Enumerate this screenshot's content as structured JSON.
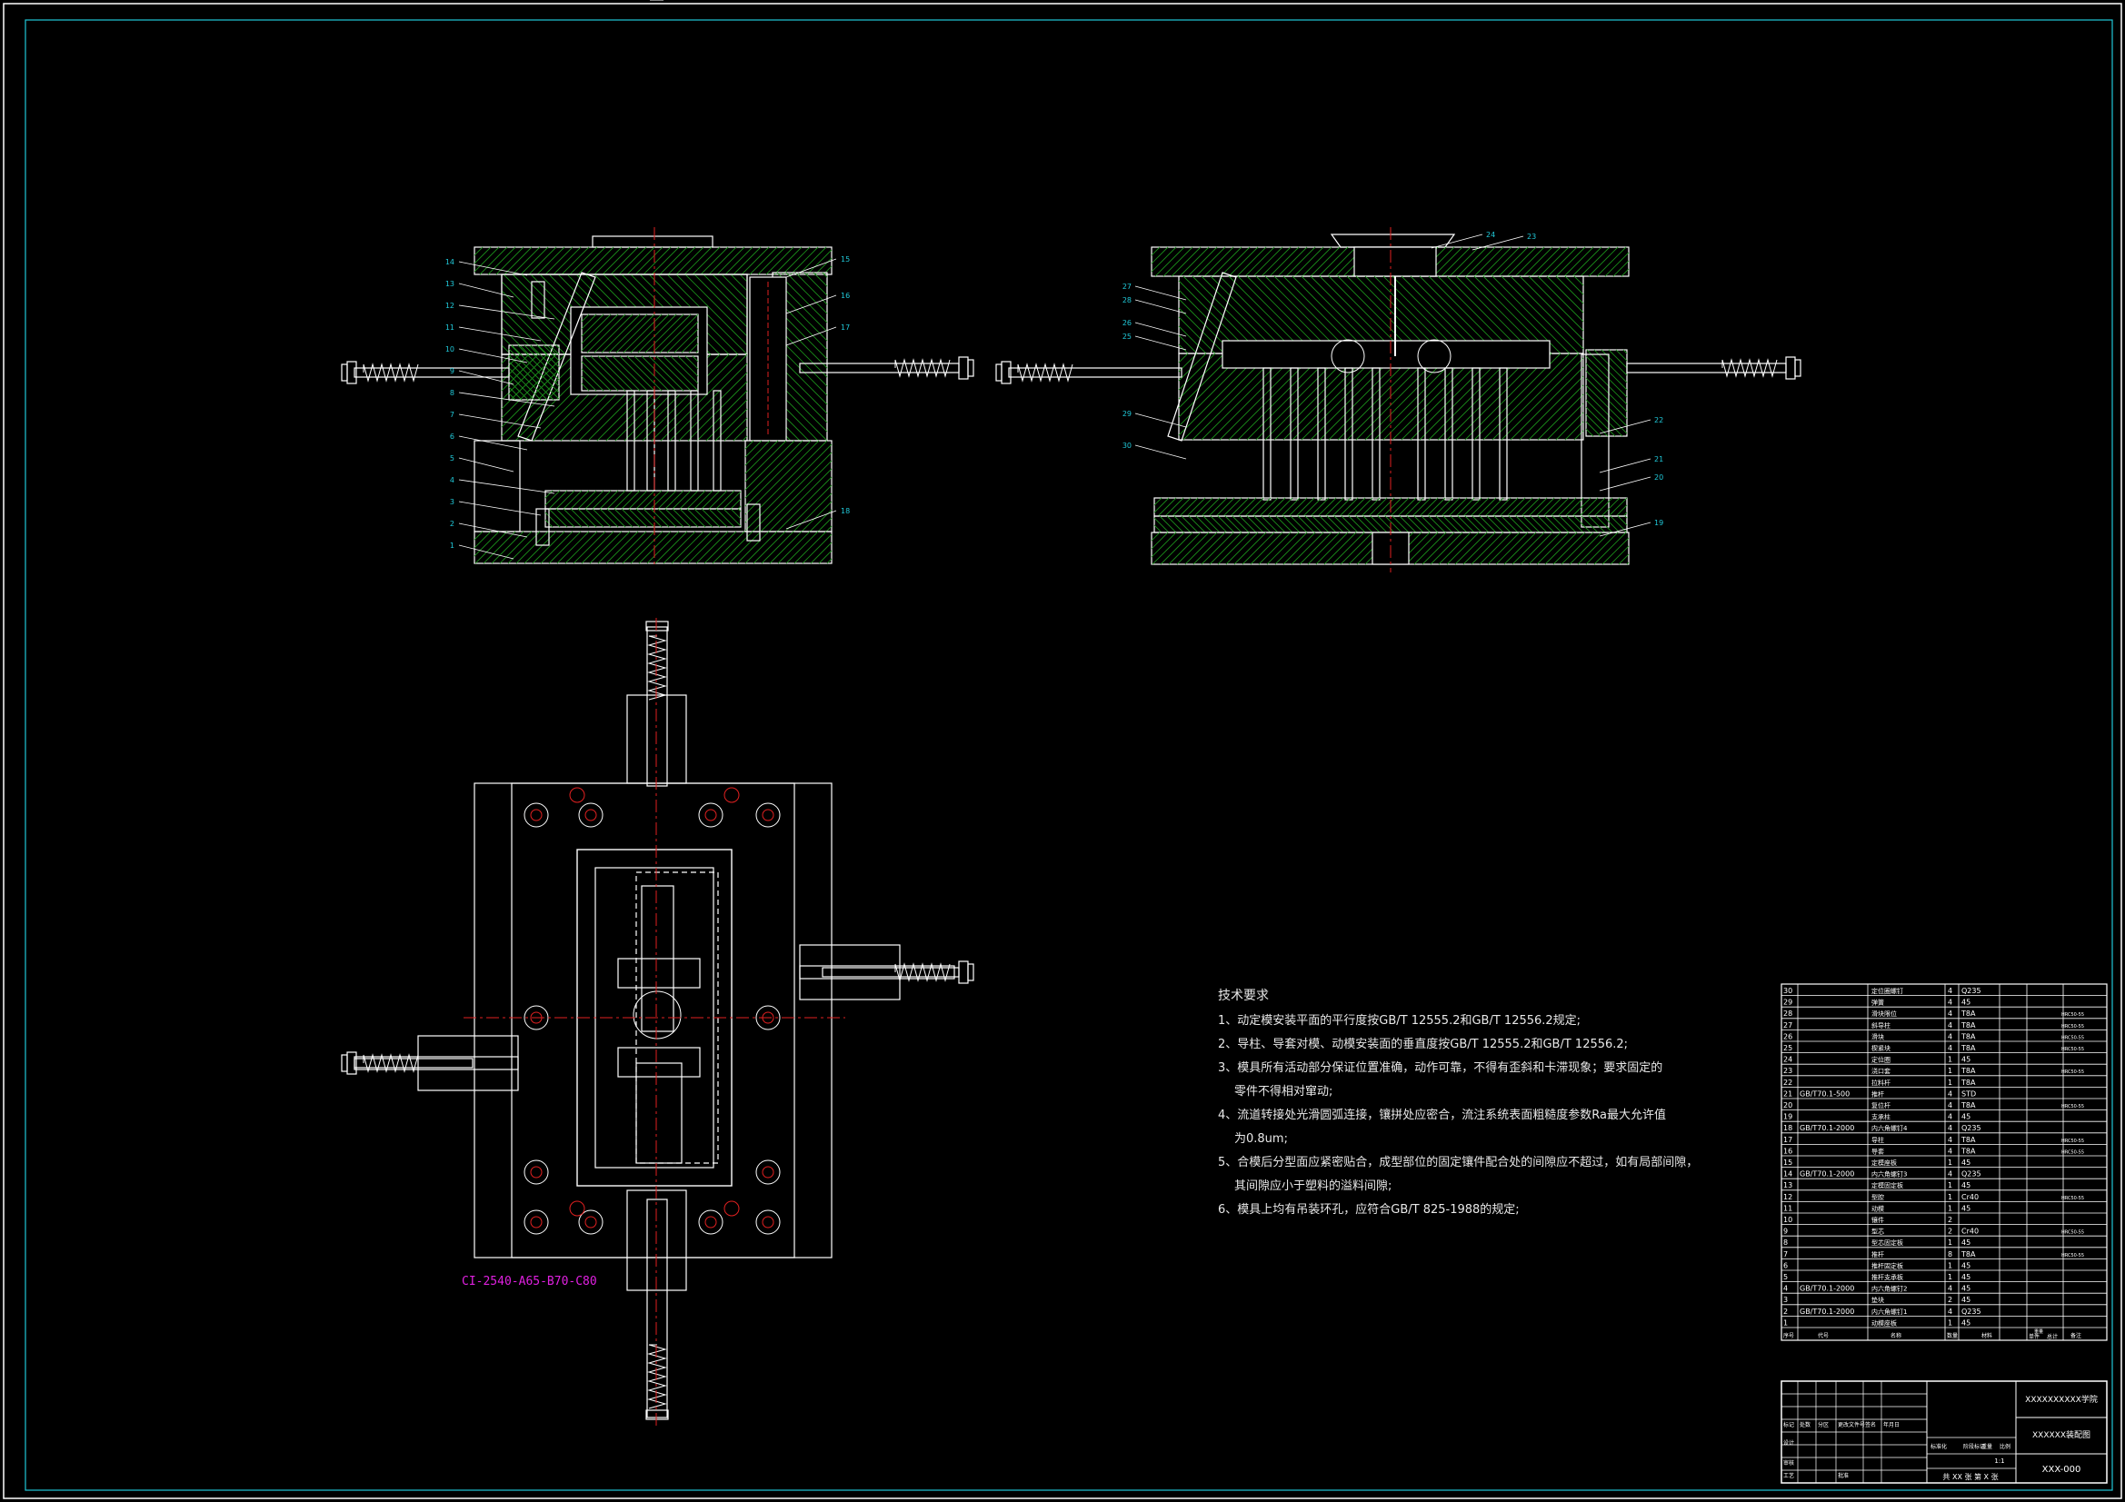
{
  "drawing": {
    "background": "#000000",
    "line_color": "#ffffff",
    "hatch_color": "#1a8a1a",
    "accent_red": "#e02020",
    "accent_cyan": "#20c8d8",
    "accent_magenta": "#e020e0"
  },
  "reference_code": "CI-2540-A65-B70-C80",
  "requirements": {
    "title": "技术要求",
    "items": [
      "1、动定模安装平面的平行度按GB/T 12555.2和GB/T 12556.2规定;",
      "2、导柱、导套对模、动模安装面的垂直度按GB/T 12555.2和GB/T 12556.2;",
      "3、模具所有活动部分保证位置准确，动作可靠，不得有歪斜和卡滞现象；要求固定的",
      "零件不得相对窜动;",
      "4、流道转接处光滑圆弧连接，镶拼处应密合，流注系统表面粗糙度参数Ra最大允许值",
      "为0.8um;",
      "5、合模后分型面应紧密贴合，成型部位的固定镶件配合处的间隙应不超过，如有局部间隙，",
      "其间隙应小于塑料的溢料间隙;",
      "6、模具上均有吊装环孔，应符合GB/T 825-1988的规定;"
    ]
  },
  "left_view_balloons": [
    "1",
    "2",
    "3",
    "4",
    "5",
    "6",
    "7",
    "8",
    "9",
    "10",
    "11",
    "12",
    "13",
    "14",
    "15",
    "16",
    "17",
    "18"
  ],
  "right_view_balloons": [
    "19",
    "20",
    "21",
    "22",
    "23",
    "24",
    "25",
    "26",
    "27",
    "28",
    "29",
    "30"
  ],
  "parts_list": [
    {
      "no": "30",
      "std": "",
      "name": "定位圈螺钉",
      "qty": "4",
      "mat": "Q235",
      "note": ""
    },
    {
      "no": "29",
      "std": "",
      "name": "弹簧",
      "qty": "4",
      "mat": "45",
      "note": ""
    },
    {
      "no": "28",
      "std": "",
      "name": "滑块限位",
      "qty": "4",
      "mat": "T8A",
      "note": "HRC50-55"
    },
    {
      "no": "27",
      "std": "",
      "name": "斜导柱",
      "qty": "4",
      "mat": "T8A",
      "note": "HRC50-55"
    },
    {
      "no": "26",
      "std": "",
      "name": "滑块",
      "qty": "4",
      "mat": "T8A",
      "note": "HRC50-55"
    },
    {
      "no": "25",
      "std": "",
      "name": "楔紧块",
      "qty": "4",
      "mat": "T8A",
      "note": "HRC50-55"
    },
    {
      "no": "24",
      "std": "",
      "name": "定位圈",
      "qty": "1",
      "mat": "45",
      "note": ""
    },
    {
      "no": "23",
      "std": "",
      "name": "浇口套",
      "qty": "1",
      "mat": "T8A",
      "note": "HRC50-55"
    },
    {
      "no": "22",
      "std": "",
      "name": "拉料杆",
      "qty": "1",
      "mat": "T8A",
      "note": ""
    },
    {
      "no": "21",
      "std": "GB/T70.1-500",
      "name": "推杆",
      "qty": "4",
      "mat": "STD",
      "note": ""
    },
    {
      "no": "20",
      "std": "",
      "name": "复位杆",
      "qty": "4",
      "mat": "T8A",
      "note": "HRC50-55"
    },
    {
      "no": "19",
      "std": "",
      "name": "支承柱",
      "qty": "4",
      "mat": "45",
      "note": ""
    },
    {
      "no": "18",
      "std": "GB/T70.1-2000",
      "name": "内六角螺钉4",
      "qty": "4",
      "mat": "Q235",
      "note": ""
    },
    {
      "no": "17",
      "std": "",
      "name": "导柱",
      "qty": "4",
      "mat": "T8A",
      "note": "HRC50-55"
    },
    {
      "no": "16",
      "std": "",
      "name": "导套",
      "qty": "4",
      "mat": "T8A",
      "note": "HRC50-55"
    },
    {
      "no": "15",
      "std": "",
      "name": "定模座板",
      "qty": "1",
      "mat": "45",
      "note": ""
    },
    {
      "no": "14",
      "std": "GB/T70.1-2000",
      "name": "内六角螺钉3",
      "qty": "4",
      "mat": "Q235",
      "note": ""
    },
    {
      "no": "13",
      "std": "",
      "name": "定模固定板",
      "qty": "1",
      "mat": "45",
      "note": ""
    },
    {
      "no": "12",
      "std": "",
      "name": "型腔",
      "qty": "1",
      "mat": "Cr40",
      "note": "HRC50-55"
    },
    {
      "no": "11",
      "std": "",
      "name": "动模",
      "qty": "1",
      "mat": "45",
      "note": ""
    },
    {
      "no": "10",
      "std": "",
      "name": "镶件",
      "qty": "2",
      "mat": "",
      "note": ""
    },
    {
      "no": "9",
      "std": "",
      "name": "型芯",
      "qty": "2",
      "mat": "Cr40",
      "note": "HRC50-55"
    },
    {
      "no": "8",
      "std": "",
      "name": "型芯固定板",
      "qty": "1",
      "mat": "45",
      "note": ""
    },
    {
      "no": "7",
      "std": "",
      "name": "推杆",
      "qty": "8",
      "mat": "T8A",
      "note": "HRC50-55"
    },
    {
      "no": "6",
      "std": "",
      "name": "推杆固定板",
      "qty": "1",
      "mat": "45",
      "note": ""
    },
    {
      "no": "5",
      "std": "",
      "name": "推杆支承板",
      "qty": "1",
      "mat": "45",
      "note": ""
    },
    {
      "no": "4",
      "std": "GB/T70.1-2000",
      "name": "内六角螺钉2",
      "qty": "4",
      "mat": "45",
      "note": ""
    },
    {
      "no": "3",
      "std": "",
      "name": "垫块",
      "qty": "2",
      "mat": "45",
      "note": ""
    },
    {
      "no": "2",
      "std": "GB/T70.1-2000",
      "name": "内六角螺钉1",
      "qty": "4",
      "mat": "Q235",
      "note": ""
    },
    {
      "no": "1",
      "std": "",
      "name": "动模座板",
      "qty": "1",
      "mat": "45",
      "note": ""
    }
  ],
  "parts_header": [
    "序号",
    "代号",
    "名称",
    "数量",
    "材料",
    "单件",
    "总计",
    "备注"
  ],
  "parts_header_weight": "重量",
  "title_block": {
    "school": "XXXXXXXXXX学院",
    "drawing_name": "XXXXXX装配图",
    "drawing_no": "XXX-000",
    "sheet": "共 XX 张  第 X 张",
    "scale": "1:1",
    "labels": [
      "标记",
      "处数",
      "分区",
      "更改文件号",
      "签名",
      "年月日",
      "设计",
      "审核",
      "工艺",
      "批准",
      "标准化",
      "阶段标记",
      "重量",
      "比例"
    ]
  }
}
